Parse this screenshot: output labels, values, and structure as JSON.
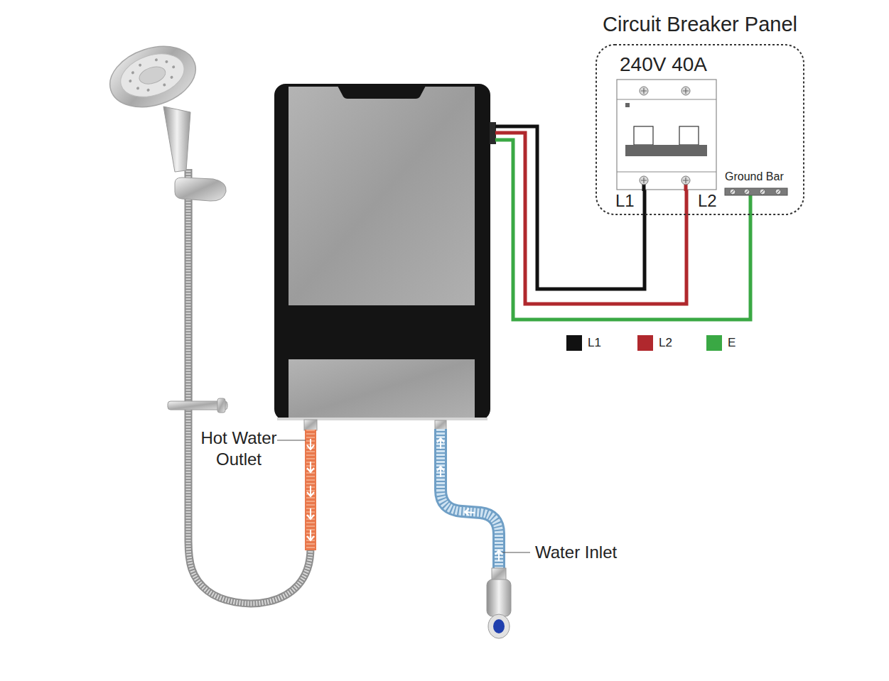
{
  "diagram": {
    "nodes": [
      {
        "text": [
          "Circuit Breaker Panel"
        ]
      },
      {
        "text": [
          "240V 40A"
        ],
        "in": 0
      },
      {
        "text": [
          "Ground Bar"
        ],
        "in": 0
      }
    ],
    "labels": [
      "L1",
      "L2",
      "Hot Water Outlet",
      "Water Inlet"
    ],
    "legend": [
      {
        "text": "L1",
        "color": "#111111"
      },
      {
        "text": "L2",
        "color": "#b0282d"
      },
      {
        "text": "E",
        "color": "#3aa844"
      }
    ]
  }
}
